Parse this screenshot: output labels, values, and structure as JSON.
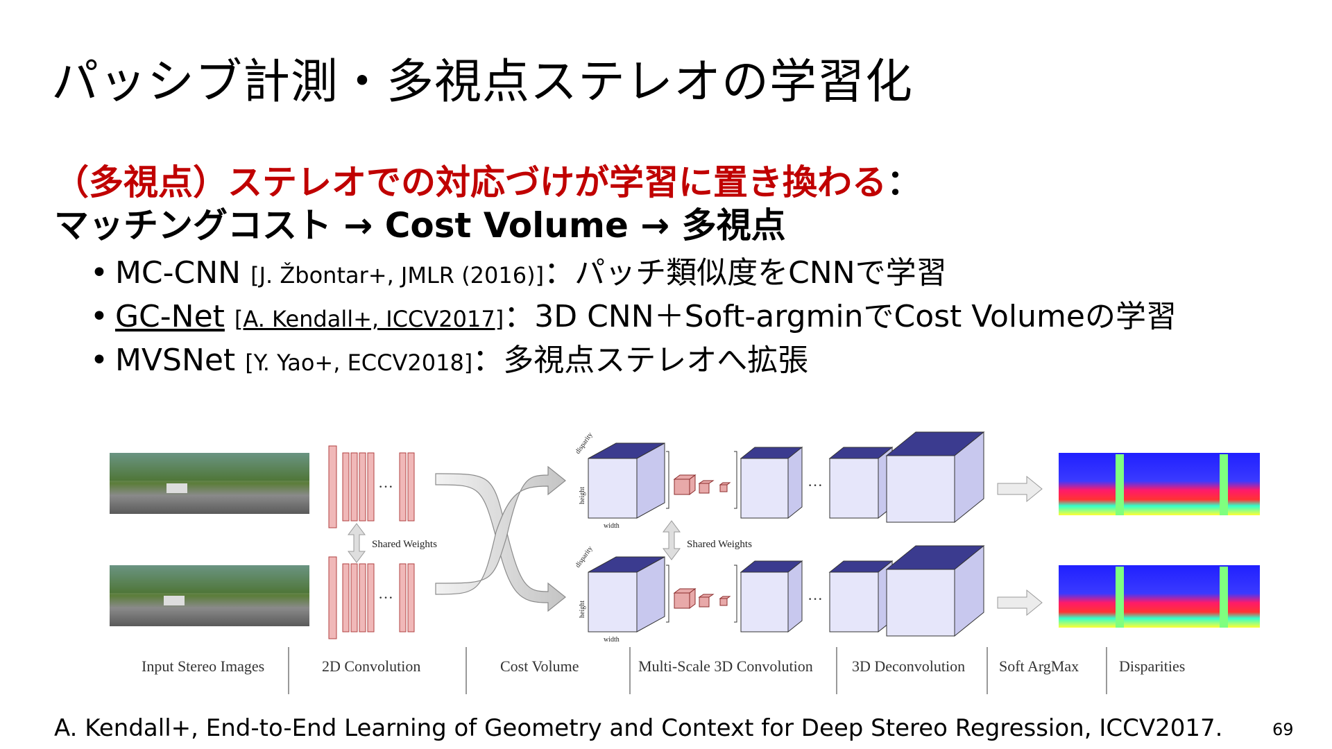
{
  "slide": {
    "title": "パッシブ計測・多視点ステレオの学習化",
    "headline_red": "（多視点）ステレオでの対応づけが学習に置き換わる",
    "headline_colon": "：",
    "headline_line2": "マッチングコスト → Cost Volume → 多視点",
    "bullets": [
      {
        "name": "MC-CNN",
        "cite": "[J. Žbontar+, JMLR (2016)]",
        "text": "：パッチ類似度をCNNで学習"
      },
      {
        "name": "GC-Net",
        "cite": "[A. Kendall+, ICCV2017]",
        "text": "：3D CNN＋Soft-argminでCost Volumeの学習"
      },
      {
        "name": "MVSNet",
        "cite": "[Y. Yao+, ECCV2018]",
        "text": "：多視点ステレオへ拡張"
      }
    ],
    "reference": "A. Kendall+, End-to-End Learning of Geometry and Context for Deep Stereo Regression, ICCV2017.",
    "page_number": "69"
  },
  "figure": {
    "stage_labels": [
      "Input Stereo Images",
      "2D Convolution",
      "Cost Volume",
      "Multi-Scale 3D Convolution",
      "3D Deconvolution",
      "Soft ArgMax",
      "Disparities"
    ],
    "shared_weights": "Shared Weights",
    "axis_disparity": "disparity",
    "axis_height": "height",
    "axis_width": "width",
    "ellipsis": "···",
    "colors": {
      "cube_top": "#3b3b8f",
      "cube_face": "#e6e6fa",
      "filter": "#e8a9a9",
      "layer": "#f0b8b8"
    }
  }
}
